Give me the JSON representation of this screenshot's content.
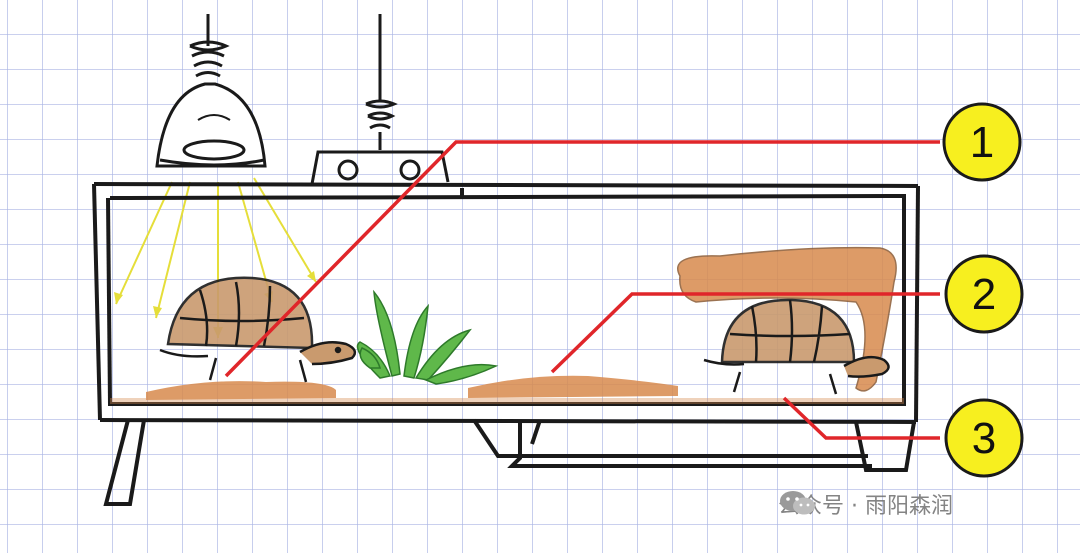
{
  "callouts": [
    {
      "number": "1"
    },
    {
      "number": "2"
    },
    {
      "number": "3"
    }
  ],
  "watermark": {
    "icon": "wechat-icon",
    "text": "公众号 · 雨阳森润"
  },
  "colors": {
    "grid": "#a9b4e3",
    "ink": "#1a1a1a",
    "callout_fill": "#f7ef1f",
    "leader_line": "#e0262a",
    "heat_ray": "#e5de3a",
    "substrate": "#d88a4d",
    "shell": "#c99a6e",
    "plant": "#5fb84a"
  }
}
